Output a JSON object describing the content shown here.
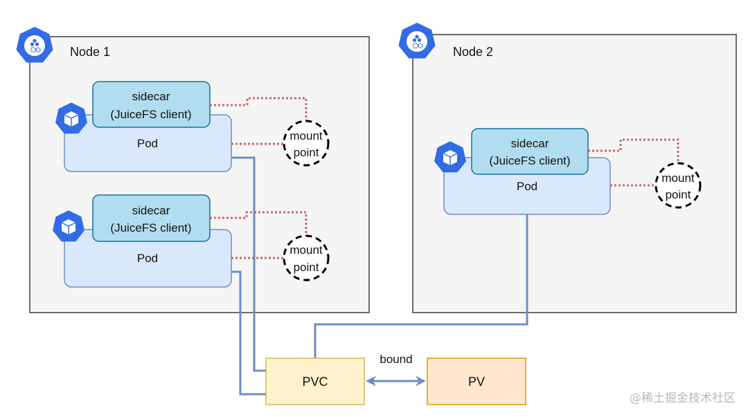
{
  "nodes": [
    {
      "label": "Node 1",
      "icon": "kubernetes-node-icon",
      "pods": [
        {
          "sidecar_line1": "sidecar",
          "sidecar_line2": "(JuiceFS client)",
          "pod_label": "Pod",
          "mount_line1": "mount",
          "mount_line2": "point",
          "icon": "kubernetes-pod-icon"
        },
        {
          "sidecar_line1": "sidecar",
          "sidecar_line2": "(JuiceFS client)",
          "pod_label": "Pod",
          "mount_line1": "mount",
          "mount_line2": "point",
          "icon": "kubernetes-pod-icon"
        }
      ]
    },
    {
      "label": "Node 2",
      "icon": "kubernetes-node-icon",
      "pods": [
        {
          "sidecar_line1": "sidecar",
          "sidecar_line2": "(JuiceFS client)",
          "pod_label": "Pod",
          "mount_line1": "mount",
          "mount_line2": "point",
          "icon": "kubernetes-pod-icon"
        }
      ]
    }
  ],
  "storage": {
    "pvc_label": "PVC",
    "pv_label": "PV",
    "relation_label": "bound"
  },
  "colors": {
    "k8s_blue": "#326ce5",
    "connector": "#6c8ebf",
    "dotted_link": "#b85450",
    "pod_fill": "#dae8fc",
    "sidecar_fill": "#b1ddf0",
    "pvc_fill": "#fff2cc",
    "pv_fill": "#ffe6cc"
  },
  "watermark": "@稀土掘金技术社区"
}
